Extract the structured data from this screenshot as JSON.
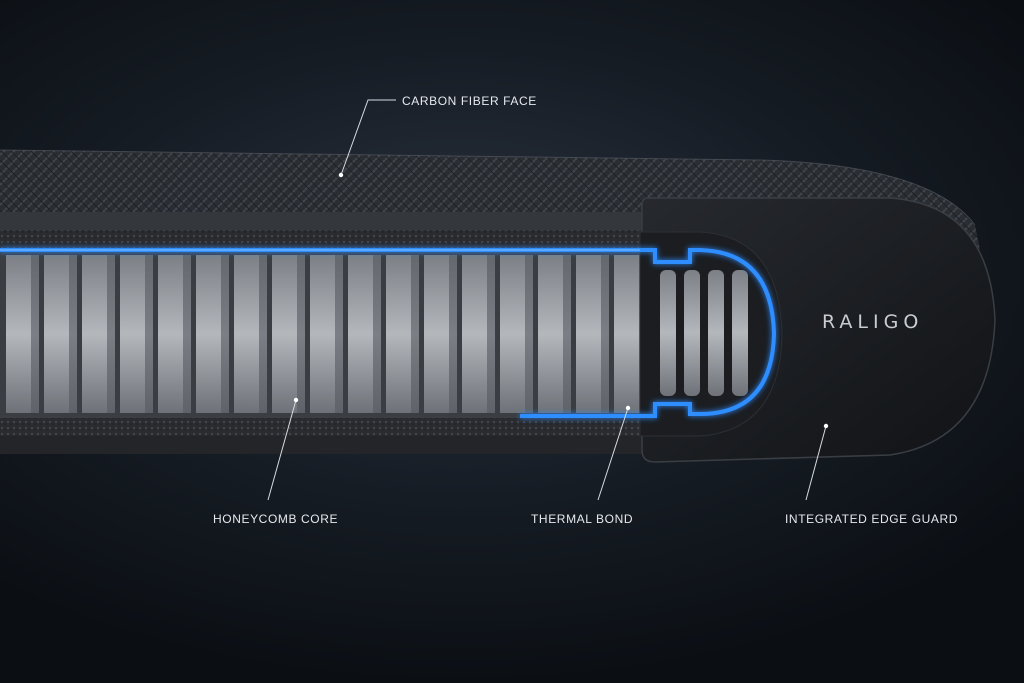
{
  "brand": {
    "name": "RALIGO"
  },
  "callouts": [
    {
      "id": "carbon-fiber-face",
      "label": "CARBON FIBER FACE"
    },
    {
      "id": "honeycomb-core",
      "label": "HONEYCOMB CORE"
    },
    {
      "id": "thermal-bond",
      "label": "THERMAL BOND"
    },
    {
      "id": "integrated-edge-guard",
      "label": "INTEGRATED EDGE GUARD"
    }
  ],
  "colors": {
    "background": "#0d1117",
    "glow": "#2f8dff",
    "edge_guard": "#1a1c20",
    "core": "#9a9da2",
    "label": "#e6e9ee"
  }
}
